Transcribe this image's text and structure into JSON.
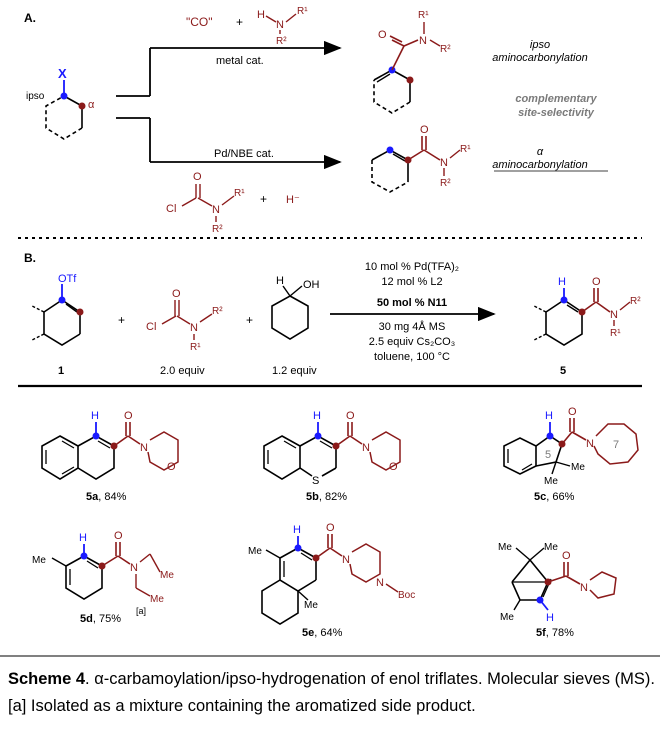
{
  "section_a": {
    "label": "A.",
    "top_reagents": {
      "co": "\"CO\"",
      "plus": "+"
    },
    "top_catalyst": "metal cat.",
    "top_product_label": {
      "line1": "ipso",
      "line2": "aminocarbonylation"
    },
    "middle_note": {
      "line1": "complementary",
      "line2": "site-selectivity"
    },
    "bottom_catalyst": "Pd/NBE cat.",
    "bottom_product_label": {
      "line1": "α",
      "line2": "aminocarbonylation"
    },
    "substrate_labels": {
      "x": "X",
      "ipso": "ipso",
      "alpha": "α"
    },
    "bottom_reagents": {
      "plus": "+",
      "hydride": "H⁻"
    }
  },
  "section_b": {
    "label": "B.",
    "substrate": {
      "otf": "OTf",
      "number": "1"
    },
    "carbamoyl": {
      "equiv": "2.0 equiv"
    },
    "alcohol": {
      "oh": "OH",
      "h": "H",
      "equiv": "1.2 equiv"
    },
    "conditions_above": [
      "10 mol % Pd(TFA)₂",
      "12 mol % L2",
      "50 mol % N11"
    ],
    "conditions_below": [
      "30 mg 4Å MS",
      "2.5 equiv Cs₂CO₃",
      "toluene, 100 °C"
    ],
    "product": {
      "h": "H",
      "number": "5"
    }
  },
  "examples": [
    {
      "id": "5a",
      "yield": "84%"
    },
    {
      "id": "5b",
      "yield": "82%"
    },
    {
      "id": "5c",
      "yield": "66%"
    },
    {
      "id": "5d",
      "yield": "75%",
      "note": "[a]"
    },
    {
      "id": "5e",
      "yield": "64%"
    },
    {
      "id": "5f",
      "yield": "78%"
    }
  ],
  "atoms": {
    "o": "O",
    "n": "N",
    "s": "S",
    "h": "H",
    "me": "Me",
    "boc": "Boc",
    "cl": "Cl",
    "r1": "R¹",
    "r2": "R²",
    "ring5": "5",
    "ring7": "7"
  },
  "caption": {
    "title": "Scheme 4",
    "text": ". α-carbamoylation/ipso-hydrogenation of enol triflates. Molecular sieves (MS). [a] Isolated as a mixture containing the aromatized side product."
  }
}
